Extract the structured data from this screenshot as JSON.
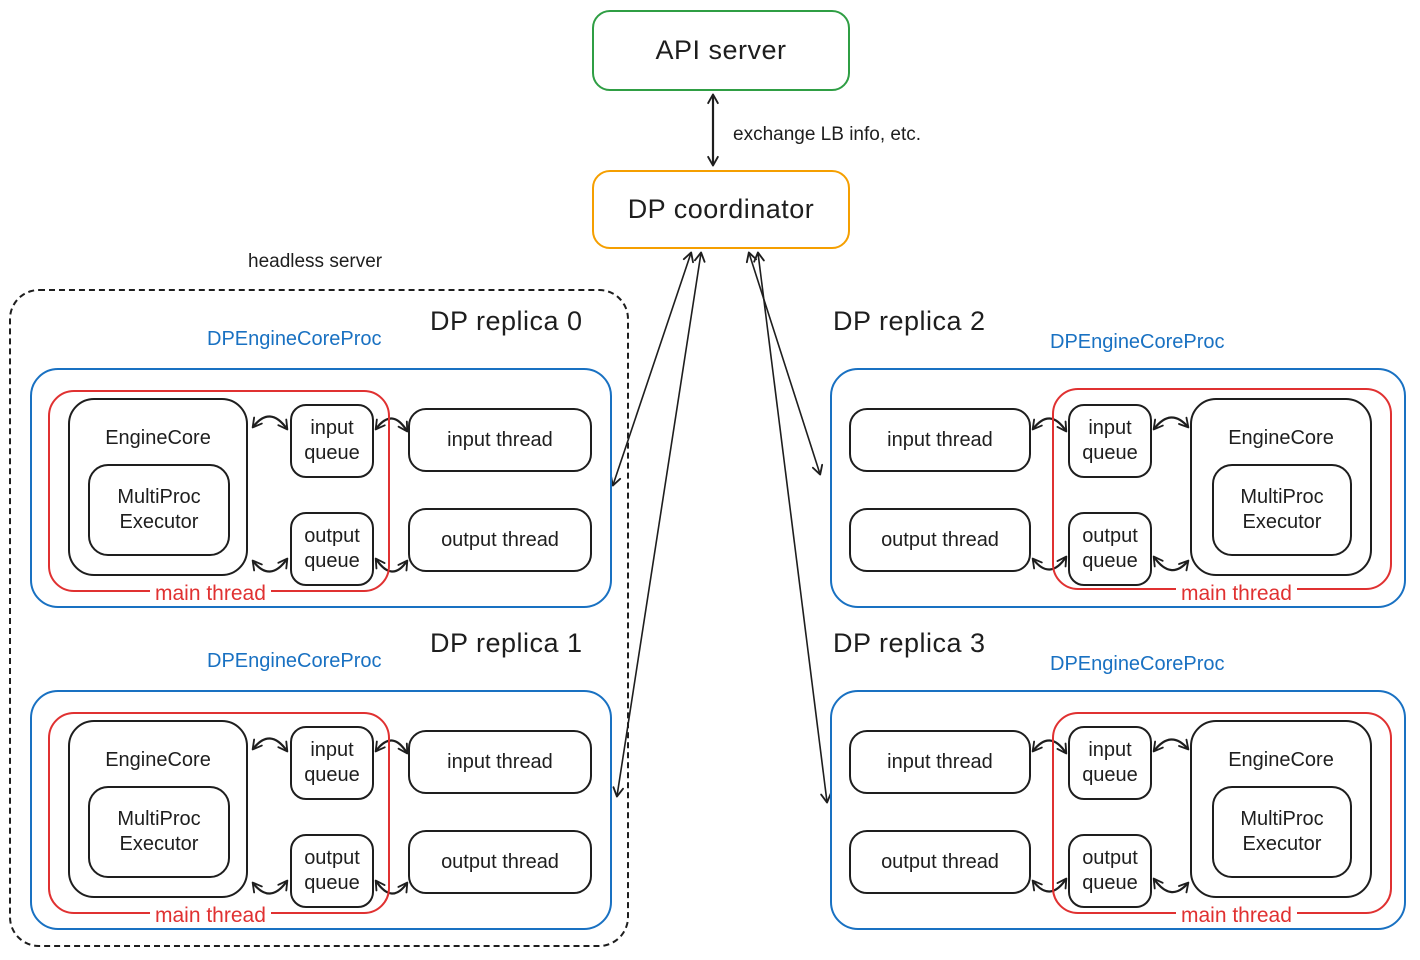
{
  "top": {
    "api_server_label": "API server",
    "coordinator_label": "DP coordinator",
    "exchange_label": "exchange LB info, etc."
  },
  "headless": {
    "label": "headless server"
  },
  "shared_labels": {
    "proc": "DPEngineCoreProc",
    "engine_core": "EngineCore",
    "multiproc_executor": "MultiProc Executor",
    "input_queue": "input queue",
    "output_queue": "output queue",
    "input_thread": "input thread",
    "output_thread": "output thread",
    "main_thread": "main thread"
  },
  "replicas": [
    {
      "title": "DP replica 0",
      "engine_side": "left",
      "inside_headless": true
    },
    {
      "title": "DP replica 1",
      "engine_side": "left",
      "inside_headless": true
    },
    {
      "title": "DP replica 2",
      "engine_side": "right",
      "inside_headless": false
    },
    {
      "title": "DP replica 3",
      "engine_side": "right",
      "inside_headless": false
    }
  ],
  "colors": {
    "green": "#2f9e44",
    "orange": "#f59f00",
    "blue": "#1971c2",
    "red": "#e03131",
    "ink": "#1e1e1e"
  }
}
